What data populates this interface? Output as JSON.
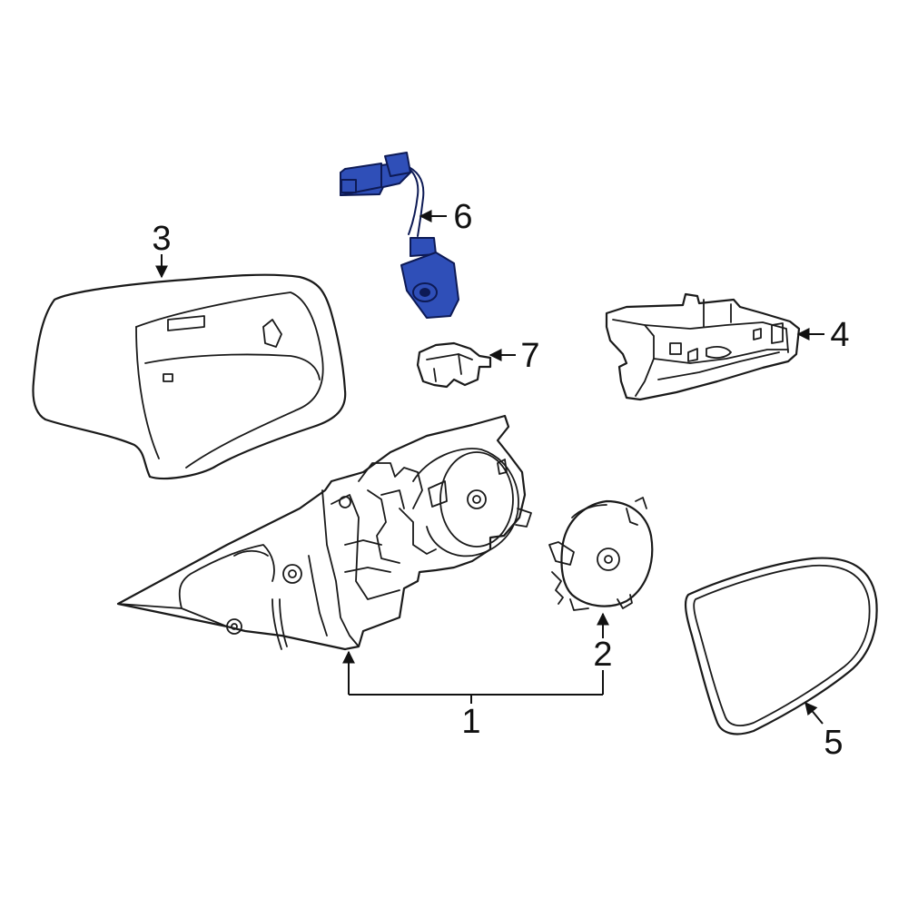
{
  "callouts": {
    "c1": "1",
    "c2": "2",
    "c3": "3",
    "c4": "4",
    "c5": "5",
    "c6": "6",
    "c7": "7"
  },
  "colors": {
    "highlight": "#2f4fb8",
    "line": "#1a1a1a",
    "background": "#ffffff"
  }
}
